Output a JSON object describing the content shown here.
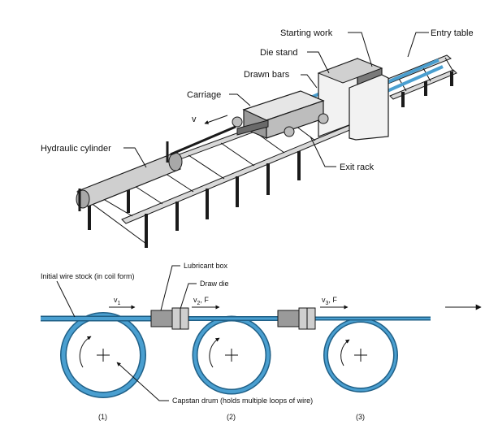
{
  "top_figure": {
    "labels": {
      "starting_work": "Starting work",
      "entry_table": "Entry table",
      "die_stand": "Die stand",
      "drawn_bars": "Drawn bars",
      "carriage": "Carriage",
      "velocity": "v",
      "hydraulic_cylinder": "Hydraulic cylinder",
      "exit_rack": "Exit rack"
    }
  },
  "bottom_figure": {
    "labels": {
      "initial_wire_stock": "Initial wire stock (in coil form)",
      "lubricant_box": "Lubricant box",
      "draw_die": "Draw die",
      "v1": "v",
      "v1_sub": "1",
      "v2": "v",
      "v2_sub": "2",
      "v2_force": ", F",
      "v3": "v",
      "v3_sub": "3",
      "v3_force": ", F",
      "capstan_drum": "Capstan drum (holds multiple loops of wire)",
      "drum_1": "(1)",
      "drum_2": "(2)",
      "drum_3": "(3)"
    },
    "colors": {
      "wire": "#4a9fd0",
      "wire_dark": "#1f5f86"
    }
  }
}
